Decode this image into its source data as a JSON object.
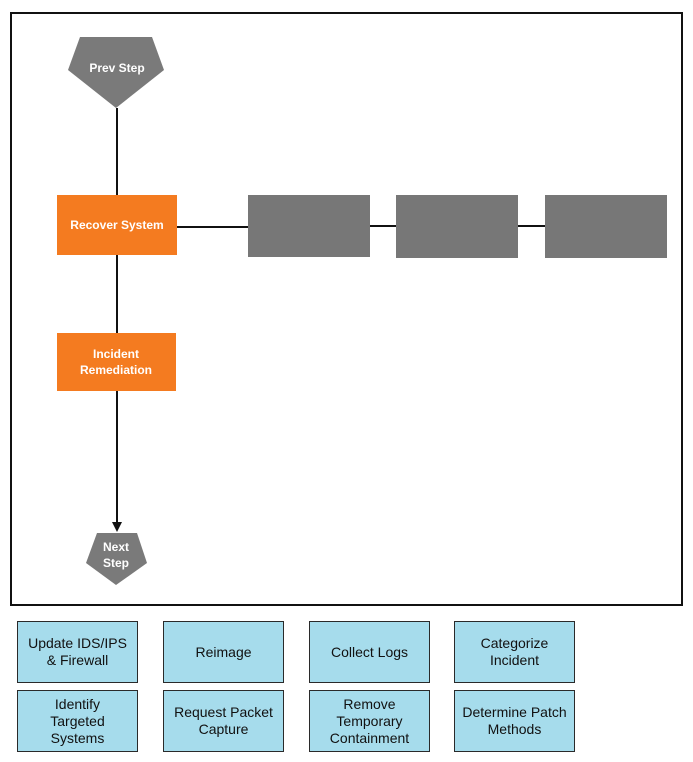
{
  "colors": {
    "frame": "#111111",
    "terminal": "#7a7a7a",
    "process": "#f47b20",
    "slot": "#777777",
    "option": "#a6dcec",
    "option_text": "#111111",
    "node_text": "#ffffff"
  },
  "diagram": {
    "prev_step": "Prev Step",
    "recover_system": "Recover System",
    "incident_remediation_line1": "Incident",
    "incident_remediation_line2": "Remediation",
    "next_step_line1": "Next",
    "next_step_line2": "Step",
    "drop_slots": [
      "",
      "",
      ""
    ]
  },
  "options": [
    "Update IDS/IPS\n& Firewall",
    "Reimage",
    "Collect Logs",
    "Categorize\nIncident",
    "Identify\nTargeted\nSystems",
    "Request Packet\nCapture",
    "Remove\nTemporary\nContainment",
    "Determine Patch\nMethods"
  ]
}
